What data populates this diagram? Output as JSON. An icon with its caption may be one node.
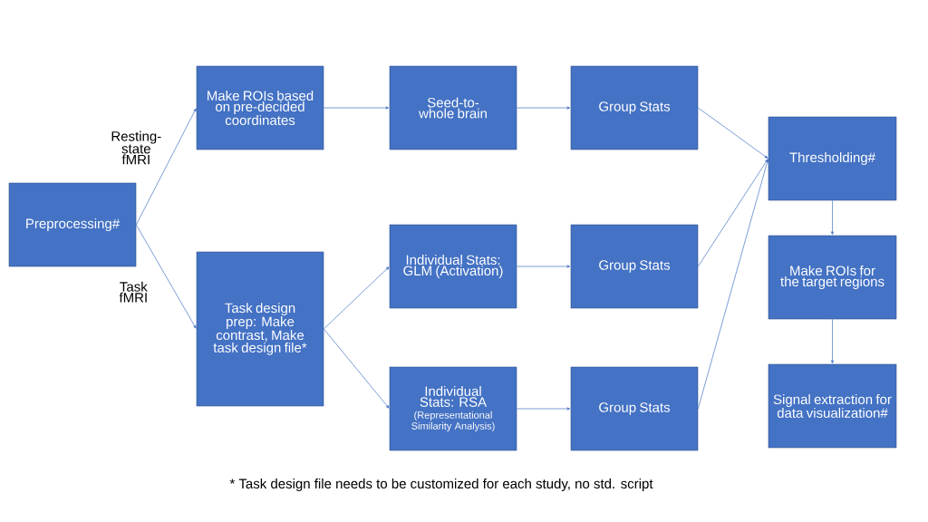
{
  "diagram": {
    "nodes": [
      {
        "text": [
          "Preprocessing#"
        ]
      },
      {
        "text": [
          "Make ROIs based on pre-decided coordinates"
        ]
      },
      {
        "text": [
          "Task design prep: Make contrast, Make task design file*"
        ]
      },
      {
        "text": [
          "Seed-to-whole brain"
        ]
      },
      {
        "text": [
          "Individual Stats: GLM (Activation)"
        ]
      },
      {
        "text": [
          "Individual Stats: RSA",
          "(Representational Similarity Analysis)"
        ]
      },
      {
        "text": [
          "Group Stats"
        ]
      },
      {
        "text": [
          "Group Stats"
        ]
      },
      {
        "text": [
          "Group Stats"
        ]
      },
      {
        "text": [
          "Thresholding#"
        ]
      },
      {
        "text": [
          "Make ROIs for the target regions"
        ]
      },
      {
        "text": [
          "Signal extraction for data visualization#"
        ]
      }
    ],
    "edges": [
      {
        "from": 0,
        "to": 1,
        "arrow": "to",
        "label": "Resting-state fMRI"
      },
      {
        "from": 0,
        "to": 2,
        "arrow": "to",
        "label": "Task fMRI"
      },
      {
        "from": 1,
        "to": 3,
        "arrow": "to"
      },
      {
        "from": 3,
        "to": 6,
        "arrow": "to"
      },
      {
        "from": 2,
        "to": 4,
        "arrow": "to"
      },
      {
        "from": 2,
        "to": 5,
        "arrow": "to"
      },
      {
        "from": 4,
        "to": 7,
        "arrow": "to"
      },
      {
        "from": 5,
        "to": 8,
        "arrow": "to"
      },
      {
        "from": 6,
        "to": 9,
        "arrow": "to"
      },
      {
        "from": 7,
        "to": 9,
        "arrow": "to"
      },
      {
        "from": 8,
        "to": 9,
        "arrow": "to"
      },
      {
        "from": 9,
        "to": 10,
        "arrow": "to"
      },
      {
        "from": 10,
        "to": 11,
        "arrow": "to"
      }
    ],
    "labels": [
      "* Task design file needs to be customized for each study, no std. script"
    ]
  }
}
